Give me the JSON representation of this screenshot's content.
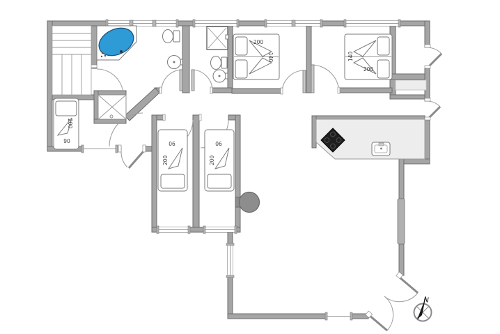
{
  "floorplan": {
    "compass": {
      "north_label": "N"
    },
    "beds": {
      "niche_single": {
        "length": "200",
        "width": "90"
      },
      "double_left": {
        "length": "200",
        "width": "140"
      },
      "double_right": {
        "length": "200",
        "width": "140"
      },
      "mid_single_left": {
        "length": "200",
        "width": "90"
      },
      "mid_single_right": {
        "length": "200",
        "width": "90"
      }
    },
    "colors": {
      "wall": "#a5a5a5",
      "wall_outline": "#6d6d6d",
      "spa_blue": "#2e9ad6",
      "stove_black": "#1f1f1f",
      "counter_fill": "#ededed",
      "wood_stove_gray": "#8d8d8d"
    },
    "fixtures": [
      "sauna-benches",
      "spa-bath",
      "toilet",
      "wash-basin",
      "shower",
      "double-bed",
      "single-bed",
      "kitchen-stove",
      "kitchen-sink",
      "wood-stove",
      "wardrobe",
      "compass-rose"
    ]
  }
}
